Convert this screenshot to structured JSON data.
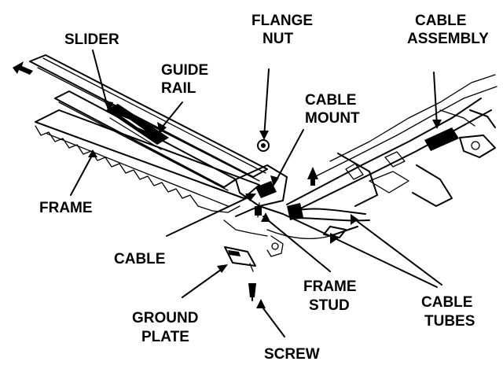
{
  "labels": {
    "slider": "SLIDER",
    "guide_rail_1": "GUIDE",
    "guide_rail_2": "RAIL",
    "flange_nut_1": "FLANGE",
    "flange_nut_2": "NUT",
    "cable_assembly_1": "CABLE",
    "cable_assembly_2": "ASSEMBLY",
    "cable_mount_1": "CABLE",
    "cable_mount_2": "MOUNT",
    "frame": "FRAME",
    "cable": "CABLE",
    "frame_stud_1": "FRAME",
    "frame_stud_2": "STUD",
    "ground_plate_1": "GROUND",
    "ground_plate_2": "PLATE",
    "cable_tubes_1": "CABLE",
    "cable_tubes_2": "TUBES",
    "screw": "SCREW"
  }
}
